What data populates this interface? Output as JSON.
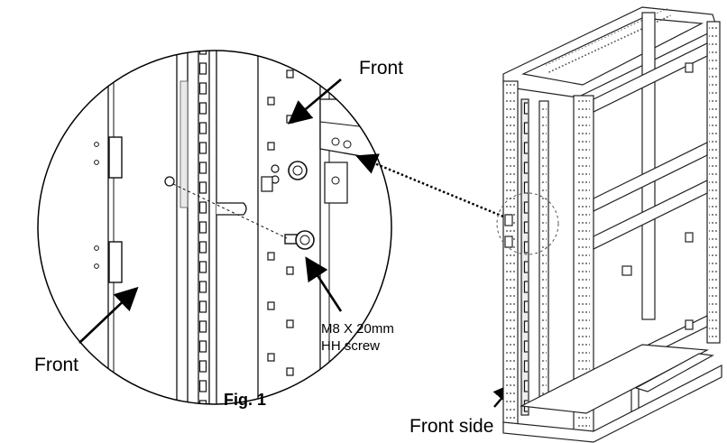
{
  "labels": {
    "front_top": "Front",
    "front_left": "Front",
    "screw_line1": "M8 X 20mm",
    "screw_line2": "HH screw",
    "figure": "Fig. 1",
    "front_side": "Front side"
  }
}
